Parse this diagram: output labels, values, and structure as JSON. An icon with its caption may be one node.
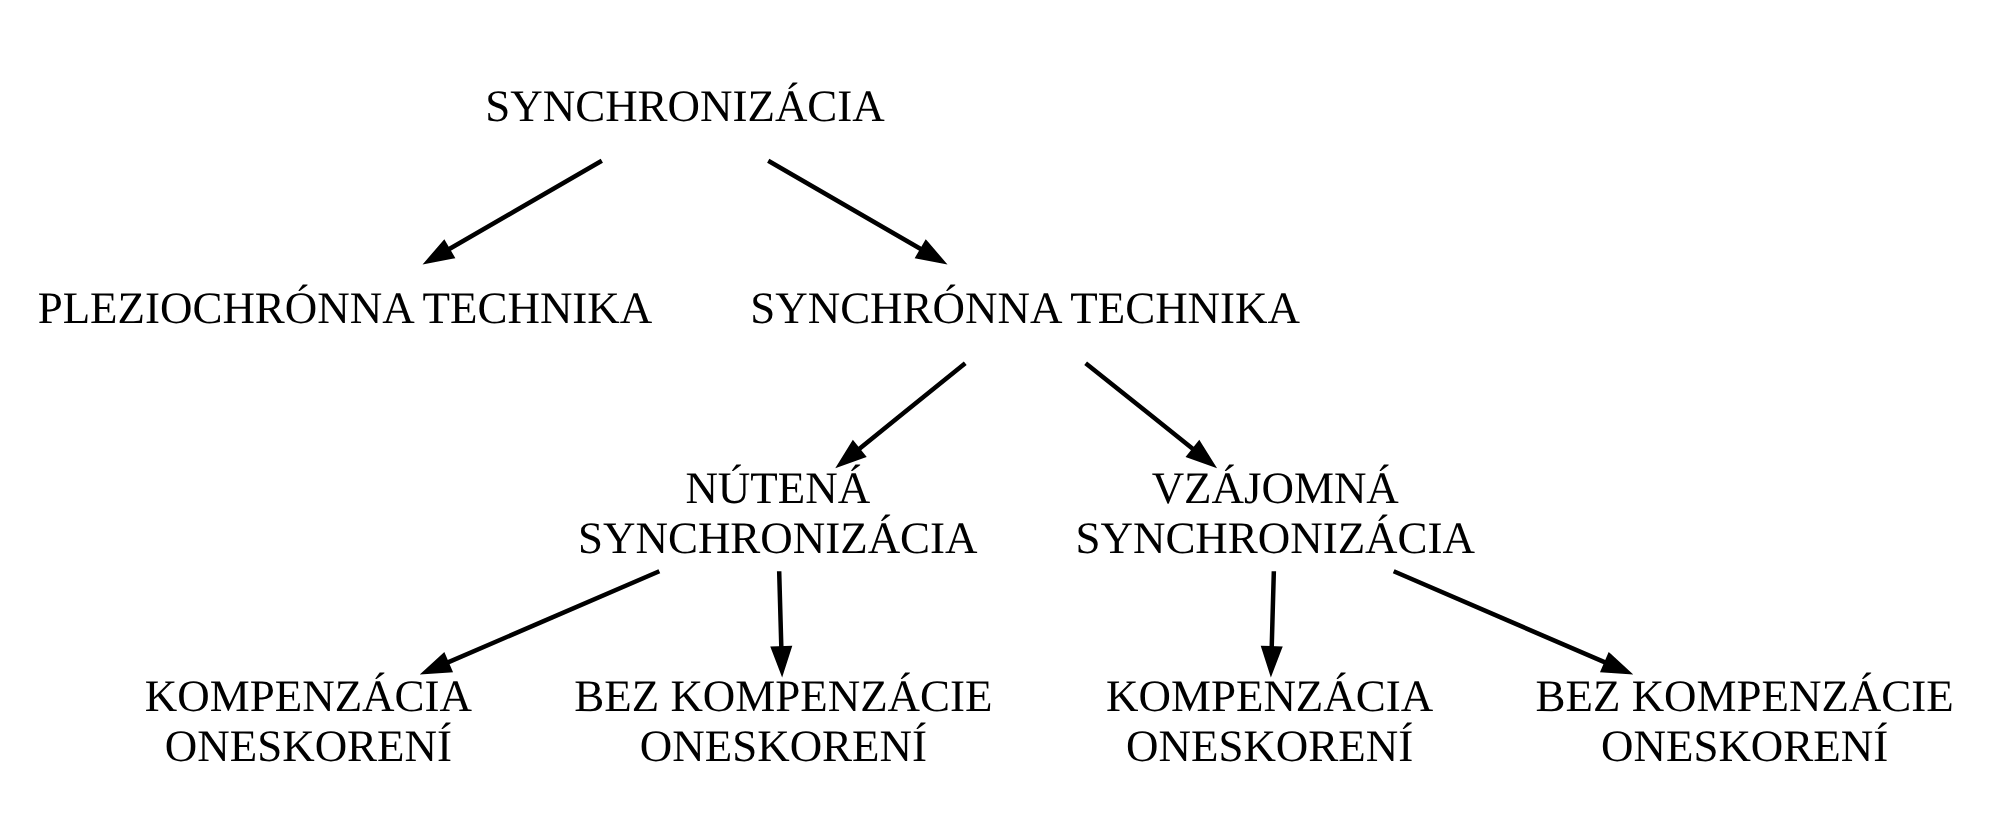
{
  "diagram": {
    "nodes": [
      {
        "text": [
          "SYNCHRONIZÁCIA"
        ]
      },
      {
        "text": [
          "PLEZIOCHRÓNNA TECHNIKA"
        ]
      },
      {
        "text": [
          "SYNCHRÓNNA TECHNIKA"
        ]
      },
      {
        "text": [
          "NÚTENÁ SYNCHRONIZÁCIA"
        ]
      },
      {
        "text": [
          "VZÁJOMNÁ SYNCHRONIZÁCIA"
        ]
      },
      {
        "text": [
          "KOMPENZÁCIA ONESKORENÍ"
        ]
      },
      {
        "text": [
          "BEZ KOMPENZÁCIE ONESKORENÍ"
        ]
      },
      {
        "text": [
          "KOMPENZÁCIA ONESKORENÍ"
        ]
      },
      {
        "text": [
          "BEZ KOMPENZÁCIE ONESKORENÍ"
        ]
      }
    ],
    "edges": [
      {
        "from": 0,
        "to": 1,
        "arrow": "to"
      },
      {
        "from": 0,
        "to": 2,
        "arrow": "to"
      },
      {
        "from": 2,
        "to": 3,
        "arrow": "to"
      },
      {
        "from": 2,
        "to": 4,
        "arrow": "to"
      },
      {
        "from": 3,
        "to": 5,
        "arrow": "to"
      },
      {
        "from": 3,
        "to": 6,
        "arrow": "to"
      },
      {
        "from": 4,
        "to": 7,
        "arrow": "to"
      },
      {
        "from": 4,
        "to": 8,
        "arrow": "to"
      }
    ]
  }
}
